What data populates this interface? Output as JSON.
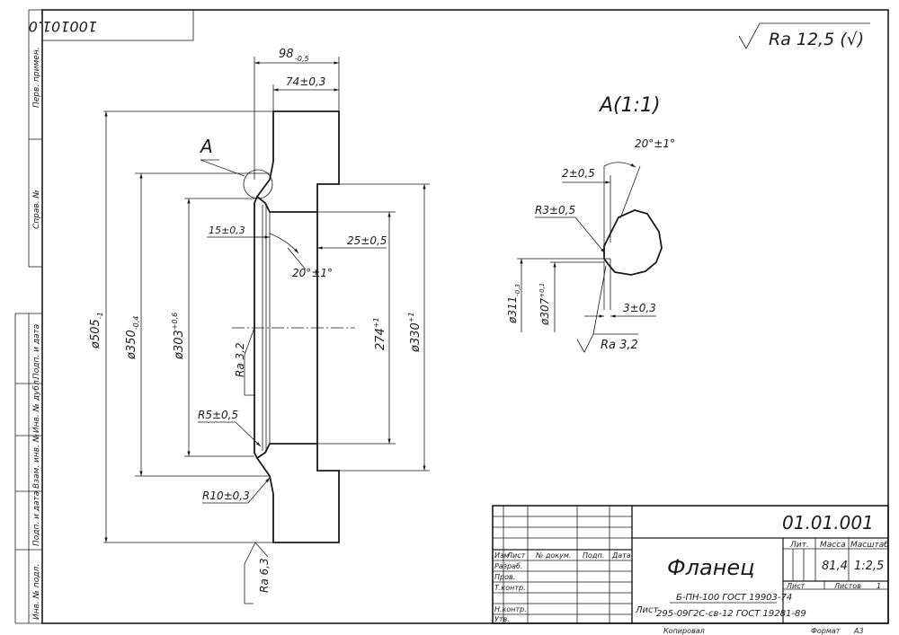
{
  "frame": {
    "top_code": "100101.0",
    "side_labels": [
      "Перв. примен.",
      "Справ. №",
      "Подп. и дата",
      "Инв. № дубл.",
      "Взам. инв. №",
      "Подп. и дата",
      "Инв. № подл."
    ]
  },
  "roughness": {
    "general": "Ra 12,5 (√)",
    "surf_a": "Ra 3,2",
    "surf_b": "Ra 6,3",
    "detail": "Ra 3,2"
  },
  "view_label": "A",
  "detail_title": "A(1:1)",
  "dimensions": {
    "d98": "98",
    "d98_tol": "-0,5",
    "d74": "74±0,3",
    "d15": "15±0,3",
    "d25": "25±0,5",
    "ang20": "20°±1°",
    "d505": "ø505",
    "d505_tol": "-1",
    "d350": "ø350",
    "d350_tol": "-0,4",
    "d303": "ø303",
    "d303_tol": "+0,6",
    "d274": "274",
    "d274_tol": "+1",
    "d330": "ø330",
    "d330_tol": "+1",
    "r5": "R5±0,5",
    "r10": "R10±0,3",
    "det_ang": "20°±1°",
    "det_2": "2±0,5",
    "det_r3": "R3±0,5",
    "det_d311": "ø311",
    "det_d311_tol": "-0,3",
    "det_d307": "ø307",
    "det_d307_tol": "+0,1",
    "det_3": "3±0,3"
  },
  "title_block": {
    "designation": "01.01.001",
    "name": "Фланец",
    "head_izm": "Изм",
    "head_list": "Лист",
    "head_doc": "№ докум.",
    "head_podp": "Подп.",
    "head_data": "Дата",
    "razrab": "Разраб.",
    "prov": "Пров.",
    "tkontr": "Т.контр.",
    "nkontr": "Н.контр.",
    "utv": "Утв.",
    "lit_head": "Лит.",
    "mass_head": "Масса",
    "scale_head": "Масштаб",
    "mass": "81,4",
    "scale": "1:2,5",
    "sheet_label": "Лист",
    "sheets_label": "Листов",
    "sheets_count": "1",
    "material_line1": "Б-ПН-100 ГОСТ 19903-74",
    "material_prefix": "Лист",
    "material_line2": "295-09Г2С-св-12 ГОСТ 19281-89",
    "copied": "Копировал",
    "format_label": "Формат",
    "format_value": "А3"
  }
}
